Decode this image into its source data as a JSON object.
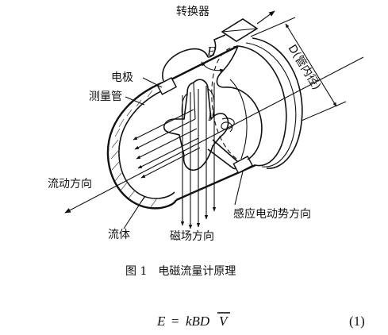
{
  "figure": {
    "labels": {
      "converter": "转换器",
      "emf": "E",
      "diameter": "D(管内径)",
      "electrode": "电极",
      "measuring_tube": "测量管",
      "flow_direction": "流动方向",
      "fluid": "流体",
      "magnetic_field_direction": "磁场方向",
      "emf_direction": "感应电动势方向",
      "current_symbol": "I"
    },
    "caption": "图 1　电磁流量计原理"
  },
  "equation": {
    "lhs": "E",
    "equals": "=",
    "rhs_prefix": "kBD",
    "rhs_overlined": "V",
    "number": "(1)"
  }
}
